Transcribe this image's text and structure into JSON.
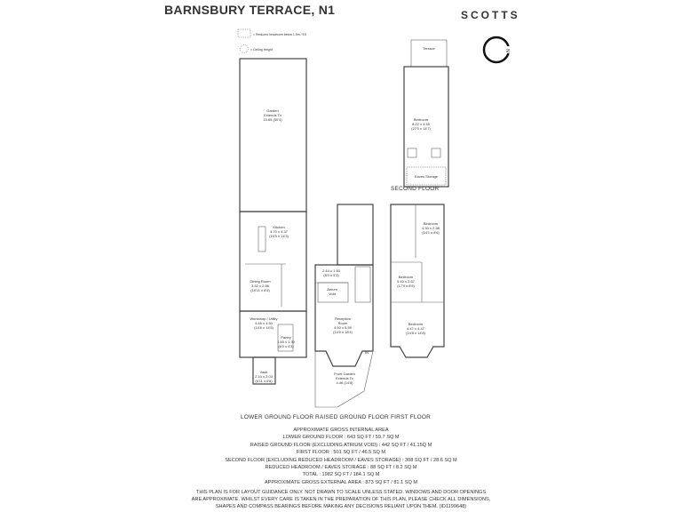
{
  "header": {
    "title": "BARNSBURY TERRACE, N1",
    "brand": "SCOTTS"
  },
  "legend": {
    "reduced_headroom": "= Reduced headroom below 1.5m / 5'0",
    "ceiling_height": "= Ceiling Height"
  },
  "floors": {
    "lower_ground": {
      "label": "LOWER GROUND FLOOR",
      "rooms": [
        {
          "name": "Garden",
          "l2": "Extends To",
          "dims": "15.65 (50'4)"
        },
        {
          "name": "Kitchen",
          "dims": "4.70 x 4.37",
          "imp": "(15'5 x 14'3)"
        },
        {
          "name": "Dining Room",
          "dims": "3.32 x 2.66",
          "imp": "(10'11 x 8'9)"
        },
        {
          "name": "Workshop / Utility",
          "dims": "4.48 x 4.50",
          "imp": "(14'8 x 14'5)"
        },
        {
          "name": "Pantry",
          "dims": "1.85 x 1.30",
          "imp": "(6'0 x 4'3)"
        },
        {
          "name": "Vault",
          "dims": "2.10 x 2.03",
          "imp": "(6'11 x 6'8)"
        }
      ]
    },
    "raised_ground": {
      "label": "RAISED GROUND FLOOR",
      "rooms": [
        {
          "dims": "2.44 x 1.60",
          "imp": "(8'0 x 5'3)"
        },
        {
          "name": "Atrium",
          "l2": "Void"
        },
        {
          "name": "Reception",
          "l2": "Room",
          "dims": "4.50 x 5.59",
          "imp": "(14'9 x 18'4)"
        },
        {
          "name": "Front Garden",
          "l2": "Extends To",
          "dims": "4.46 (14'8)"
        }
      ],
      "entrance": "IN"
    },
    "first": {
      "label": "FIRST FLOOR",
      "rooms": [
        {
          "name": "Bedroom",
          "dims": "4.30 x 2.58",
          "imp": "(14'1 x 8'6)"
        },
        {
          "name": "Bedroom",
          "dims": "5.40 x 2.67",
          "imp": "(17'9 x 8'9)"
        },
        {
          "name": "Bedroom",
          "dims": "4.47 x 4.47",
          "imp": "(14'8 x 14'8)"
        }
      ]
    },
    "second": {
      "label": "SECOND FLOOR",
      "rooms": [
        {
          "name": "Terrace"
        },
        {
          "name": "Bedroom",
          "dims": "8.22 x 4.45",
          "imp": "(27'0 x 14'7)"
        },
        {
          "name": "Eaves Storage"
        }
      ]
    }
  },
  "areas": [
    "APPROXIMATE GROSS INTERNAL AREA",
    "LOWER GROUND FLOOR : 643 SQ FT / 59.7 SQ M",
    "RAISED GROUND FLOOR (EXCLUDING ATRIUM VOID) : 442 SQ FT / 41.15Q M",
    "FIRST FLOOR : 501 SQ FT / 46.5 SQ M",
    "SECOND FLOOR (EXCLUDING REDUCED HEADROOM / EAVES STORAGE) : 308 SQ FT / 28.6 SQ M",
    "REDUCED HEADROOM / EAVES STORAGE : 88 SQ FT / 8.2 SQ M",
    "TOTAL : 1982 SQ FT / 184.1 SQ M",
    "APPROXIMATE GROSS EXTERNAL AREA : 873 SQ FT / 81.1 SQ M"
  ],
  "disclaimer": [
    "THIS PLAN IS FOR LAYOUT GUIDANCE ONLY. NOT DRAWN TO SCALE UNLESS STATED. WINDOWS AND DOOR OPENINGS",
    "ARE APPROXIMATE. WHILST EVERY CARE IS TAKEN IN THE PREPARATION OF THIS PLAN, PLEASE CHECK ALL DIMENSIONS,",
    "SHAPES AND COMPASS BEARINGS BEFORE MAKING ANY DECISIONS RELIANT UPON THEM. (ID1199648)"
  ],
  "compass": {
    "north": "N"
  }
}
